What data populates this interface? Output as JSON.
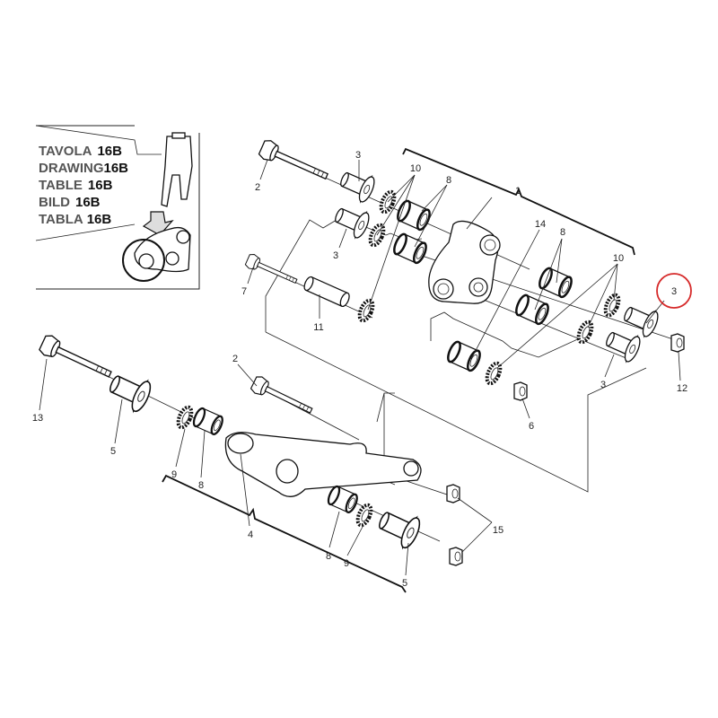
{
  "inset": {
    "lines": [
      {
        "word": "TAVOLA",
        "code": "16B"
      },
      {
        "word": "DRAWING",
        "code": "16B"
      },
      {
        "word": "TABLE",
        "code": "16B"
      },
      {
        "word": "BILD",
        "code": "16B"
      },
      {
        "word": "TABLA",
        "code": "16B"
      }
    ]
  },
  "callouts": [
    {
      "id": "2"
    },
    {
      "id": "3"
    },
    {
      "id": "10"
    },
    {
      "id": "8"
    },
    {
      "id": "1"
    },
    {
      "id": "3"
    },
    {
      "id": "7"
    },
    {
      "id": "11"
    },
    {
      "id": "14"
    },
    {
      "id": "8"
    },
    {
      "id": "10"
    },
    {
      "id": "3"
    },
    {
      "id": "3"
    },
    {
      "id": "12"
    },
    {
      "id": "6"
    },
    {
      "id": "13"
    },
    {
      "id": "5"
    },
    {
      "id": "2"
    },
    {
      "id": "9"
    },
    {
      "id": "8"
    },
    {
      "id": "4"
    },
    {
      "id": "8"
    },
    {
      "id": "9"
    },
    {
      "id": "5"
    },
    {
      "id": "15"
    }
  ],
  "highlight": {
    "part": "3",
    "color": "#d62b2b"
  }
}
